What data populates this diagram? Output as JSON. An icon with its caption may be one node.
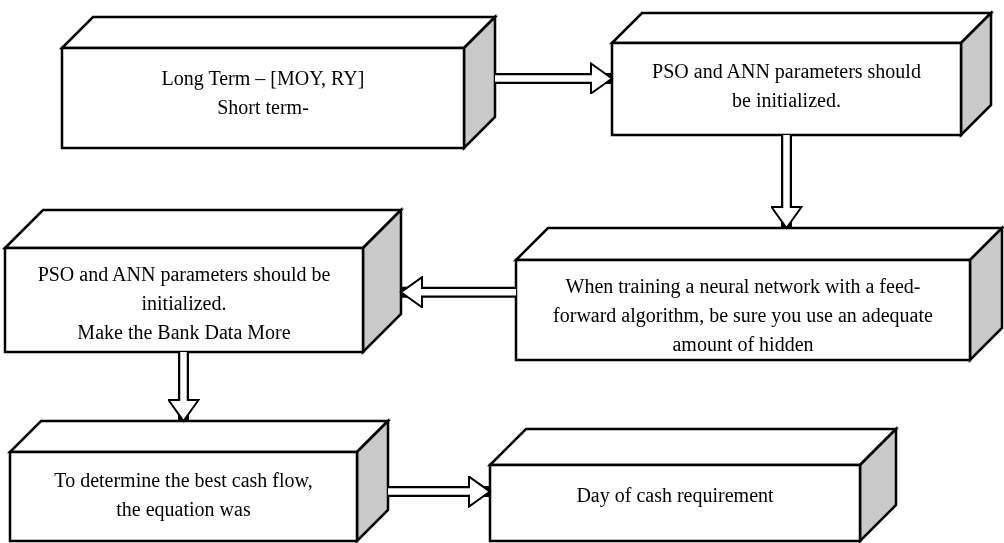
{
  "diagram": {
    "nodes": [
      {
        "text": [
          "Long Term – [MOY, RY]",
          "Short term-"
        ]
      },
      {
        "text": [
          "PSO and ANN parameters should be initialized."
        ]
      },
      {
        "text": [
          "When training a neural network with a feed-forward algorithm, be sure you use an adequate amount of hidden"
        ]
      },
      {
        "text": [
          "PSO and ANN parameters should be initialized.",
          "Make the Bank Data More"
        ]
      },
      {
        "text": [
          "To determine the best cash flow, the equation was"
        ]
      },
      {
        "text": [
          "Day of cash requirement"
        ]
      }
    ],
    "edges": [
      {
        "from": 0,
        "to": 1,
        "arrow": "to"
      },
      {
        "from": 1,
        "to": 2,
        "arrow": "to"
      },
      {
        "from": 2,
        "to": 3,
        "arrow": "to"
      },
      {
        "from": 3,
        "to": 4,
        "arrow": "to"
      },
      {
        "from": 4,
        "to": 5,
        "arrow": "to"
      }
    ]
  }
}
